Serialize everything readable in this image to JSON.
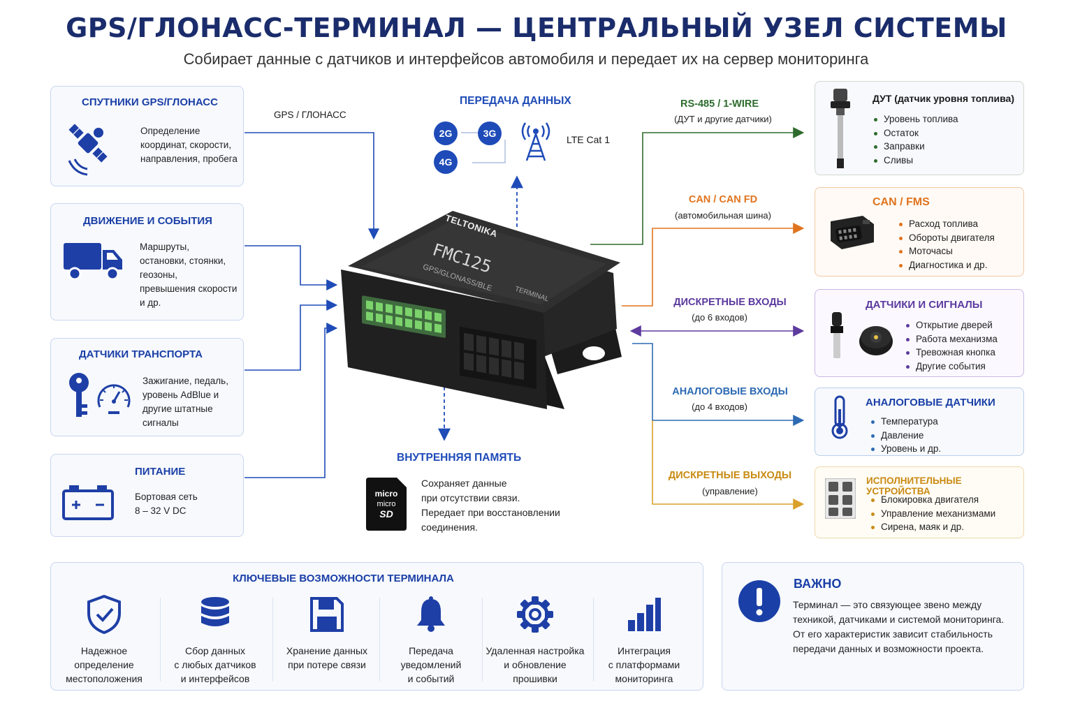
{
  "header": {
    "title": "GPS/ГЛОНАСС-ТЕРМИНАЛ — ЦЕНТРАЛЬНЫЙ УЗЕЛ СИСТЕМЫ",
    "subtitle": "Собирает данные с датчиков и интерфейсов автомобиля и передает их на сервер мониторинга"
  },
  "left_cards": {
    "satellites": {
      "title": "СПУТНИКИ GPS/ГЛОНАСС",
      "text": [
        "Определение",
        "координат, скорости,",
        "направления, пробега"
      ],
      "link_label": "GPS / ГЛОНАСС"
    },
    "movement": {
      "title": "ДВИЖЕНИЕ И СОБЫТИЯ",
      "text": [
        "Маршруты,",
        "остановки, стоянки,",
        "геозоны,",
        "превышения скорости",
        "и др."
      ]
    },
    "vehicle_sensors": {
      "title": "ДАТЧИКИ ТРАНСПОРТА",
      "text": [
        "Зажигание, педаль,",
        "уровень AdBlue и",
        "другие штатные",
        "сигналы"
      ]
    },
    "power": {
      "title": "ПИТАНИЕ",
      "text": [
        "Бортовая сеть",
        "8 – 32 V DC"
      ]
    }
  },
  "data_transfer": {
    "title": "ПЕРЕДАЧА ДАННЫХ",
    "badges": [
      "2G",
      "3G",
      "4G"
    ],
    "tech": "LTE Cat 1"
  },
  "device": {
    "brand": "TELTONIKA",
    "model": "FMC125",
    "line1": "GPS/GLONASS/BLE",
    "line2": "TERMINAL"
  },
  "memory": {
    "title": "ВНУТРЕННЯЯ ПАМЯТЬ",
    "card_top": "micro",
    "card_mid": "micro",
    "card_bot": "SD",
    "text": [
      "Сохраняет данные",
      "при отсутствии связи.",
      "Передает при восстановлении",
      "соединения."
    ]
  },
  "connections": {
    "rs485": {
      "title": "RS-485 / 1-WIRE",
      "sub": "(ДУТ и другие датчики)"
    },
    "can": {
      "title": "CAN / CAN FD",
      "sub": "(автомобильная шина)"
    },
    "din": {
      "title": "ДИСКРЕТНЫЕ ВХОДЫ",
      "sub": "(до 6 входов)"
    },
    "ain": {
      "title": "АНАЛОГОВЫЕ ВХОДЫ",
      "sub": "(до 4 входов)"
    },
    "dout": {
      "title": "ДИСКРЕТНЫЕ ВЫХОДЫ",
      "sub": "(управление)"
    }
  },
  "right_cards": {
    "fuel": {
      "title": "ДУТ (датчик уровня топлива)",
      "items": [
        "Уровень топлива",
        "Остаток",
        "Заправки",
        "Сливы"
      ]
    },
    "can_fms": {
      "title": "CAN / FMS",
      "items": [
        "Расход топлива",
        "Обороты двигателя",
        "Моточасы",
        "Диагностика и др."
      ]
    },
    "signals": {
      "title": "ДАТЧИКИ И СИГНАЛЫ",
      "items": [
        "Открытие дверей",
        "Работа механизма",
        "Тревожная кнопка",
        "Другие события"
      ]
    },
    "analog": {
      "title": "АНАЛОГОВЫЕ ДАТЧИКИ",
      "items": [
        "Температура",
        "Давление",
        "Уровень и др."
      ]
    },
    "actuators": {
      "title": "ИСПОЛНИТЕЛЬНЫЕ УСТРОЙСТВА",
      "items": [
        "Блокировка двигателя",
        "Управление механизмами",
        "Сирена, маяк и др."
      ]
    }
  },
  "features": {
    "title": "КЛЮЧЕВЫЕ ВОЗМОЖНОСТИ ТЕРМИНАЛА",
    "items": [
      {
        "icon": "shield-check-icon",
        "text": [
          "Надежное",
          "определение",
          "местоположения"
        ]
      },
      {
        "icon": "database-icon",
        "text": [
          "Сбор данных",
          "с любых датчиков",
          "и интерфейсов"
        ]
      },
      {
        "icon": "floppy-disk-icon",
        "text": [
          "Хранение данных",
          "при потере связи"
        ]
      },
      {
        "icon": "bell-icon",
        "text": [
          "Передача",
          "уведомлений",
          "и событий"
        ]
      },
      {
        "icon": "gear-icon",
        "text": [
          "Удаленная настройка",
          "и обновление",
          "прошивки"
        ]
      },
      {
        "icon": "bar-chart-icon",
        "text": [
          "Интеграция",
          "с платформами",
          "мониторинга"
        ]
      }
    ]
  },
  "important": {
    "title": "ВАЖНО",
    "text": [
      "Терминал — это связующее звено между",
      "техникой, датчиками и системой мониторинга.",
      "От его характеристик зависит стабильность",
      "передачи данных и возможности проекта."
    ]
  },
  "colors": {
    "navy": "#1a2c6b",
    "blue": "#1e4bb8",
    "green": "#2e6b2e",
    "orange": "#e0731e",
    "purple": "#5c3a9e",
    "steel": "#2d6ab3",
    "gold": "#c98a12"
  }
}
